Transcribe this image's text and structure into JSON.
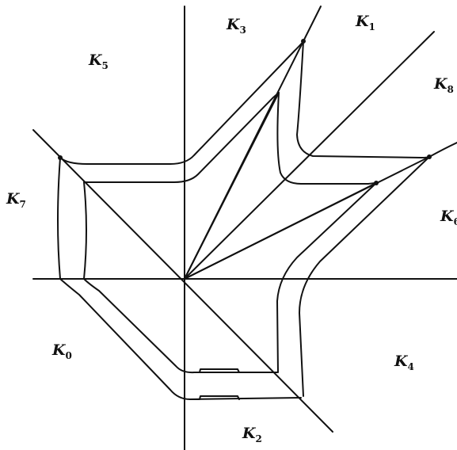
{
  "regions": [
    {
      "id": "k3",
      "base": "K",
      "sub": "3"
    },
    {
      "id": "k1",
      "base": "K",
      "sub": "1"
    },
    {
      "id": "k5",
      "base": "K",
      "sub": "5"
    },
    {
      "id": "k8",
      "base": "K",
      "sub": "8"
    },
    {
      "id": "k7",
      "base": "K",
      "sub": "7"
    },
    {
      "id": "k6",
      "base": "K",
      "sub": "6"
    },
    {
      "id": "k0",
      "base": "K",
      "sub": "0"
    },
    {
      "id": "k4",
      "base": "K",
      "sub": "4"
    },
    {
      "id": "k2",
      "base": "K",
      "sub": "2"
    }
  ],
  "colors": {
    "ink": "#111111",
    "background": "#ffffff"
  }
}
